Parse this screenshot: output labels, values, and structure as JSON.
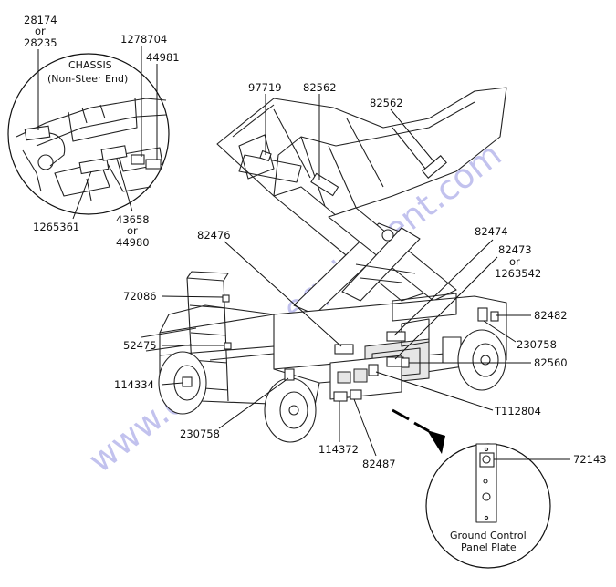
{
  "watermark": "www.discount-equipment.com",
  "inset_chassis": {
    "title_line1": "CHASSIS",
    "title_line2": "(Non-Steer End)"
  },
  "inset_panel": {
    "caption_line1": "Ground Control",
    "caption_line2": "Panel Plate"
  },
  "labels": {
    "l28174": "28174",
    "l28174_or": "or",
    "l28235": "28235",
    "l1278704": "1278704",
    "l44981": "44981",
    "l1265361": "1265361",
    "l43658": "43658",
    "l43658_or": "or",
    "l44980": "44980",
    "l97719": "97719",
    "l82562a": "82562",
    "l82562b": "82562",
    "l82476": "82476",
    "l82474": "82474",
    "l82473": "82473",
    "l82473_or": "or",
    "l1263542": "1263542",
    "l72086": "72086",
    "l82482": "82482",
    "l230758a": "230758",
    "l52475": "52475",
    "l82560": "82560",
    "l114334": "114334",
    "lT112804": "T112804",
    "l230758b": "230758",
    "l114372": "114372",
    "l82487": "82487",
    "l72143": "72143"
  }
}
